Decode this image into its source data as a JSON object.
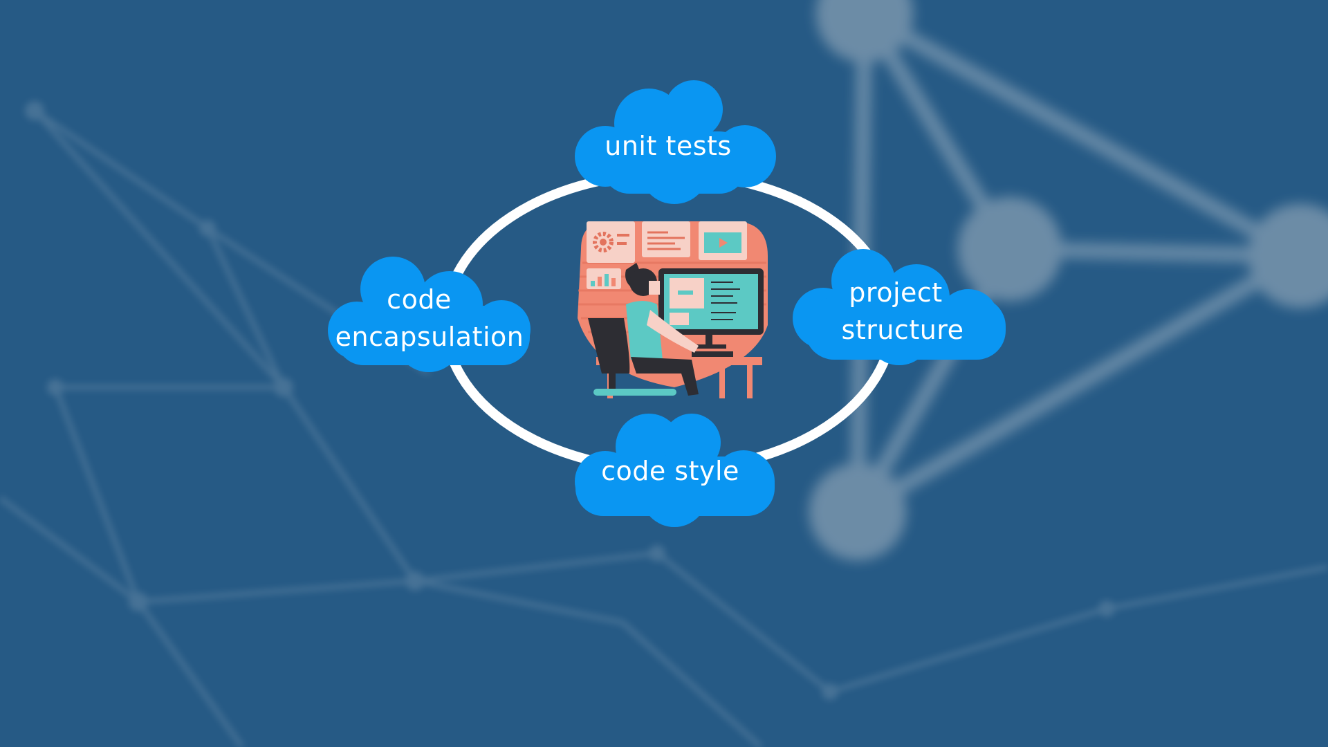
{
  "diagram": {
    "nodes": [
      {
        "id": "top",
        "lines": [
          "unit tests"
        ]
      },
      {
        "id": "left",
        "lines": [
          "code",
          "encapsulation"
        ]
      },
      {
        "id": "right",
        "lines": [
          "project",
          "structure"
        ]
      },
      {
        "id": "bottom",
        "lines": [
          "code style"
        ]
      }
    ],
    "colors": {
      "background": "#265a85",
      "cloud": "#0a96f2",
      "cycle_ring": "#ffffff",
      "network_bg": "#8fa6ba",
      "illustration_blob": "#f18872",
      "illustration_teal": "#5cc9c4",
      "illustration_dark": "#2d2d33"
    },
    "illustration": {
      "subject": "developer-at-computer",
      "icons": [
        "gear-icon",
        "bar-chart-icon",
        "code-window-icon",
        "play-video-icon"
      ]
    }
  }
}
